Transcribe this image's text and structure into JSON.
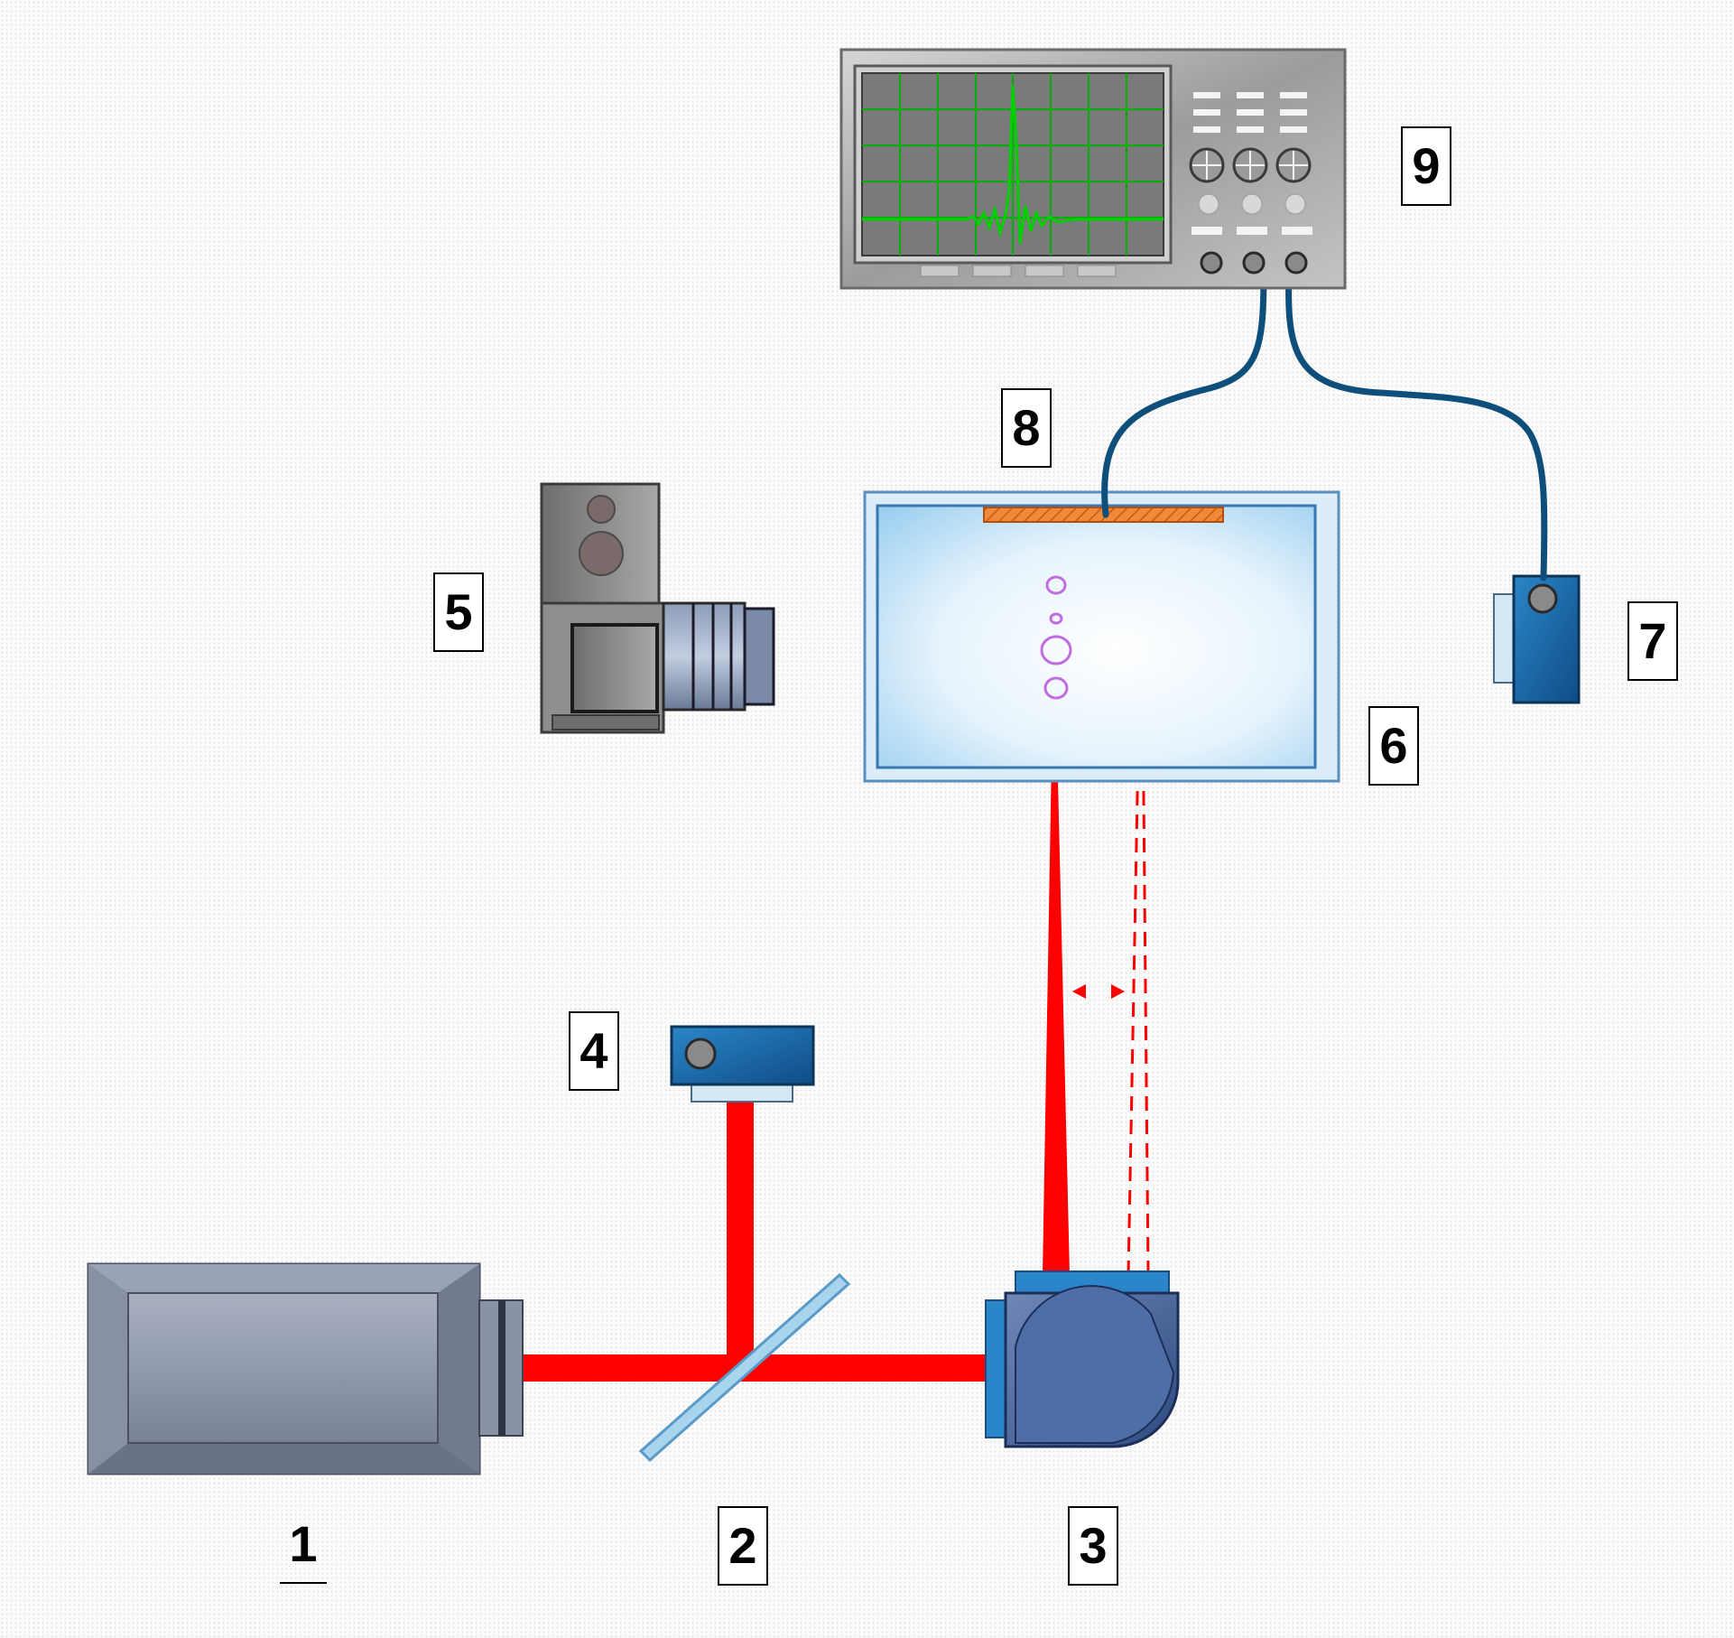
{
  "labels": {
    "laser": "1",
    "beam_splitter": "2",
    "scanner": "3",
    "detector_reference": "4",
    "camera": "5",
    "water_tank": "6",
    "detector_probe": "7",
    "transducer": "8",
    "oscilloscope": "9"
  },
  "colors": {
    "laser_beam": "#ff0000",
    "detector_blue": "#1a6fb0",
    "cable": "#0e4e7a",
    "scope_trace": "#00c000",
    "scope_screen": "#7a7a7a",
    "transducer": "#f07a28",
    "tank_water": "#b8def5",
    "bubble": "#c06de0",
    "device_gray": "#8c94a6"
  },
  "icons": {
    "laser": "laser-box-icon",
    "beam_splitter": "beam-splitter-plate-icon",
    "scanner": "galvo-scanner-icon",
    "detector": "photodetector-icon",
    "camera": "camera-icon",
    "oscilloscope": "oscilloscope-icon"
  }
}
